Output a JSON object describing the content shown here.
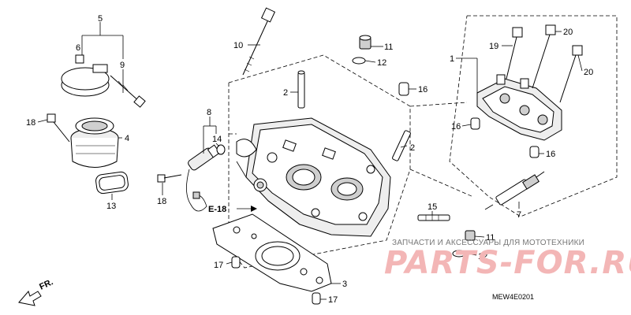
{
  "callouts": {
    "c1": "1",
    "c2a": "2",
    "c2b": "2",
    "c3": "3",
    "c4": "4",
    "c5": "5",
    "c6": "6",
    "c7": "7",
    "c8": "8",
    "c9": "9",
    "c10": "10",
    "c11a": "11",
    "c11b": "11",
    "c12a": "12",
    "c12b": "12",
    "c13": "13",
    "c14": "14",
    "c15": "15",
    "c16a": "16",
    "c16b": "16",
    "c16c": "16",
    "c17a": "17",
    "c17b": "17",
    "c18a": "18",
    "c18b": "18",
    "c19": "19",
    "c20a": "20",
    "c20b": "20"
  },
  "reference_label": "E-18",
  "front_label": "FR.",
  "diagram_code": "MEW4E0201",
  "watermark": {
    "text": "ЗАПЧАСТИ И АКСЕССУАРЫ ДЛЯ МОТОТЕХНИКИ",
    "logo": "PARTS-FOR.RU"
  }
}
